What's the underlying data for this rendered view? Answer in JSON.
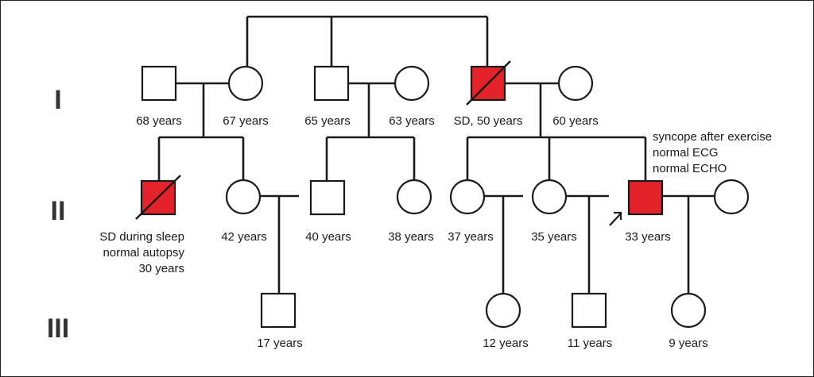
{
  "generations": [
    "I",
    "II",
    "III"
  ],
  "people": {
    "g1_f1_father": {
      "sex": "male",
      "affected": false,
      "deceased": false,
      "label": "68 years"
    },
    "g1_f1_mother": {
      "sex": "female",
      "affected": false,
      "deceased": false,
      "label": "67 years"
    },
    "g1_f2_father": {
      "sex": "male",
      "affected": false,
      "deceased": false,
      "label": "65 years"
    },
    "g1_f2_mother": {
      "sex": "female",
      "affected": false,
      "deceased": false,
      "label": "63 years"
    },
    "g1_f3_father": {
      "sex": "male",
      "affected": true,
      "deceased": true,
      "label": "SD, 50 years"
    },
    "g1_f3_mother": {
      "sex": "female",
      "affected": false,
      "deceased": false,
      "label": "60 years"
    },
    "g2_deceased_male": {
      "sex": "male",
      "affected": true,
      "deceased": true,
      "notes": [
        "SD during sleep",
        "normal autopsy",
        "30 years"
      ]
    },
    "g2_female_42": {
      "sex": "female",
      "affected": false,
      "deceased": false,
      "label": "42 years"
    },
    "g2_male_40": {
      "sex": "male",
      "affected": false,
      "deceased": false,
      "label": "40 years"
    },
    "g2_female_38": {
      "sex": "female",
      "affected": false,
      "deceased": false,
      "label": "38 years"
    },
    "g2_female_37": {
      "sex": "female",
      "affected": false,
      "deceased": false,
      "label": "37 years"
    },
    "g2_female_35": {
      "sex": "female",
      "affected": false,
      "deceased": false,
      "label": "35 years"
    },
    "g2_proband": {
      "sex": "male",
      "affected": true,
      "deceased": false,
      "proband": true,
      "label": "33 years",
      "notes": [
        "syncope after exercise",
        "normal ECG",
        "normal ECHO"
      ]
    },
    "g2_proband_spouse": {
      "sex": "female",
      "affected": false,
      "deceased": false
    },
    "g3_male_17": {
      "sex": "male",
      "affected": false,
      "deceased": false,
      "label": "17 years"
    },
    "g3_female_12": {
      "sex": "female",
      "affected": false,
      "deceased": false,
      "label": "12 years"
    },
    "g3_male_11": {
      "sex": "male",
      "affected": false,
      "deceased": false,
      "label": "11 years"
    },
    "g3_female_9": {
      "sex": "female",
      "affected": false,
      "deceased": false,
      "label": "9 years"
    }
  },
  "colors": {
    "affected": "#e3222a",
    "unaffected": "#ffffff",
    "line": "#1a1a1a"
  }
}
